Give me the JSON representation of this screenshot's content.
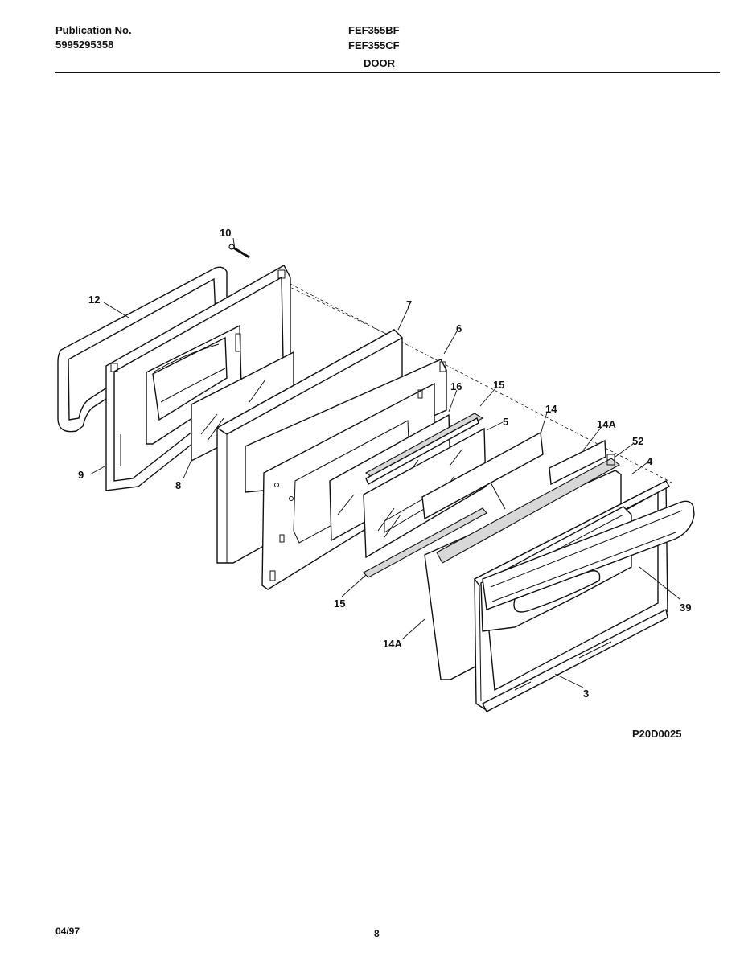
{
  "header": {
    "publication_label": "Publication No.",
    "publication_number": "5995295358",
    "model_1": "FEF355BF",
    "model_2": "FEF355CF",
    "section_title": "DOOR"
  },
  "diagram": {
    "figure_code": "P20D0025",
    "callouts": {
      "c10": "10",
      "c12": "12",
      "c7": "7",
      "c6": "6",
      "c15_top": "15",
      "c16": "16",
      "c14": "14",
      "c5": "5",
      "c14A_top": "14A",
      "c52": "52",
      "c4": "4",
      "c9": "9",
      "c8": "8",
      "c15_bottom": "15",
      "c39": "39",
      "c14A_bottom": "14A",
      "c3": "3"
    }
  },
  "footer": {
    "date": "04/97",
    "page_number": "8"
  }
}
